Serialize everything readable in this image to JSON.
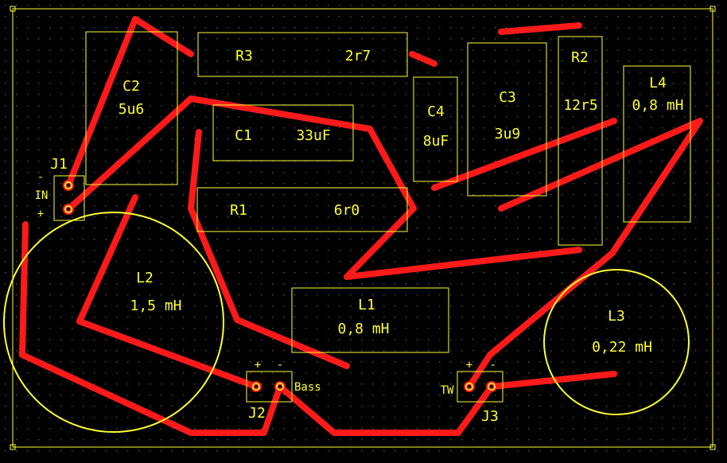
{
  "colors": {
    "background": "#000000",
    "trace": "#ff1a1a",
    "silkscreen": "#ffff33",
    "grid": "#555555"
  },
  "components": {
    "J1": {
      "ref": "J1",
      "minus": "-",
      "plus": "+",
      "net": "IN"
    },
    "C2": {
      "ref": "C2",
      "value": "5u6"
    },
    "R3": {
      "ref": "R3",
      "value": "2r7"
    },
    "C1": {
      "ref": "C1",
      "value": "33uF"
    },
    "R1": {
      "ref": "R1",
      "value": "6r0"
    },
    "C4": {
      "ref": "C4",
      "value": "8uF"
    },
    "C3": {
      "ref": "C3",
      "value": "3u9"
    },
    "R2": {
      "ref": "R2",
      "value": "12r5"
    },
    "L4": {
      "ref": "L4",
      "value": "0,8 mH"
    },
    "L2": {
      "ref": "L2",
      "value": "1,5 mH"
    },
    "L1": {
      "ref": "L1",
      "value": "0,8 mH"
    },
    "L3": {
      "ref": "L3",
      "value": "0,22 mH"
    },
    "J2": {
      "ref": "J2",
      "plus": "+",
      "minus": "-",
      "net": "Bass"
    },
    "J3": {
      "ref": "J3",
      "plus": "+",
      "minus": "-",
      "net": "TW"
    }
  }
}
